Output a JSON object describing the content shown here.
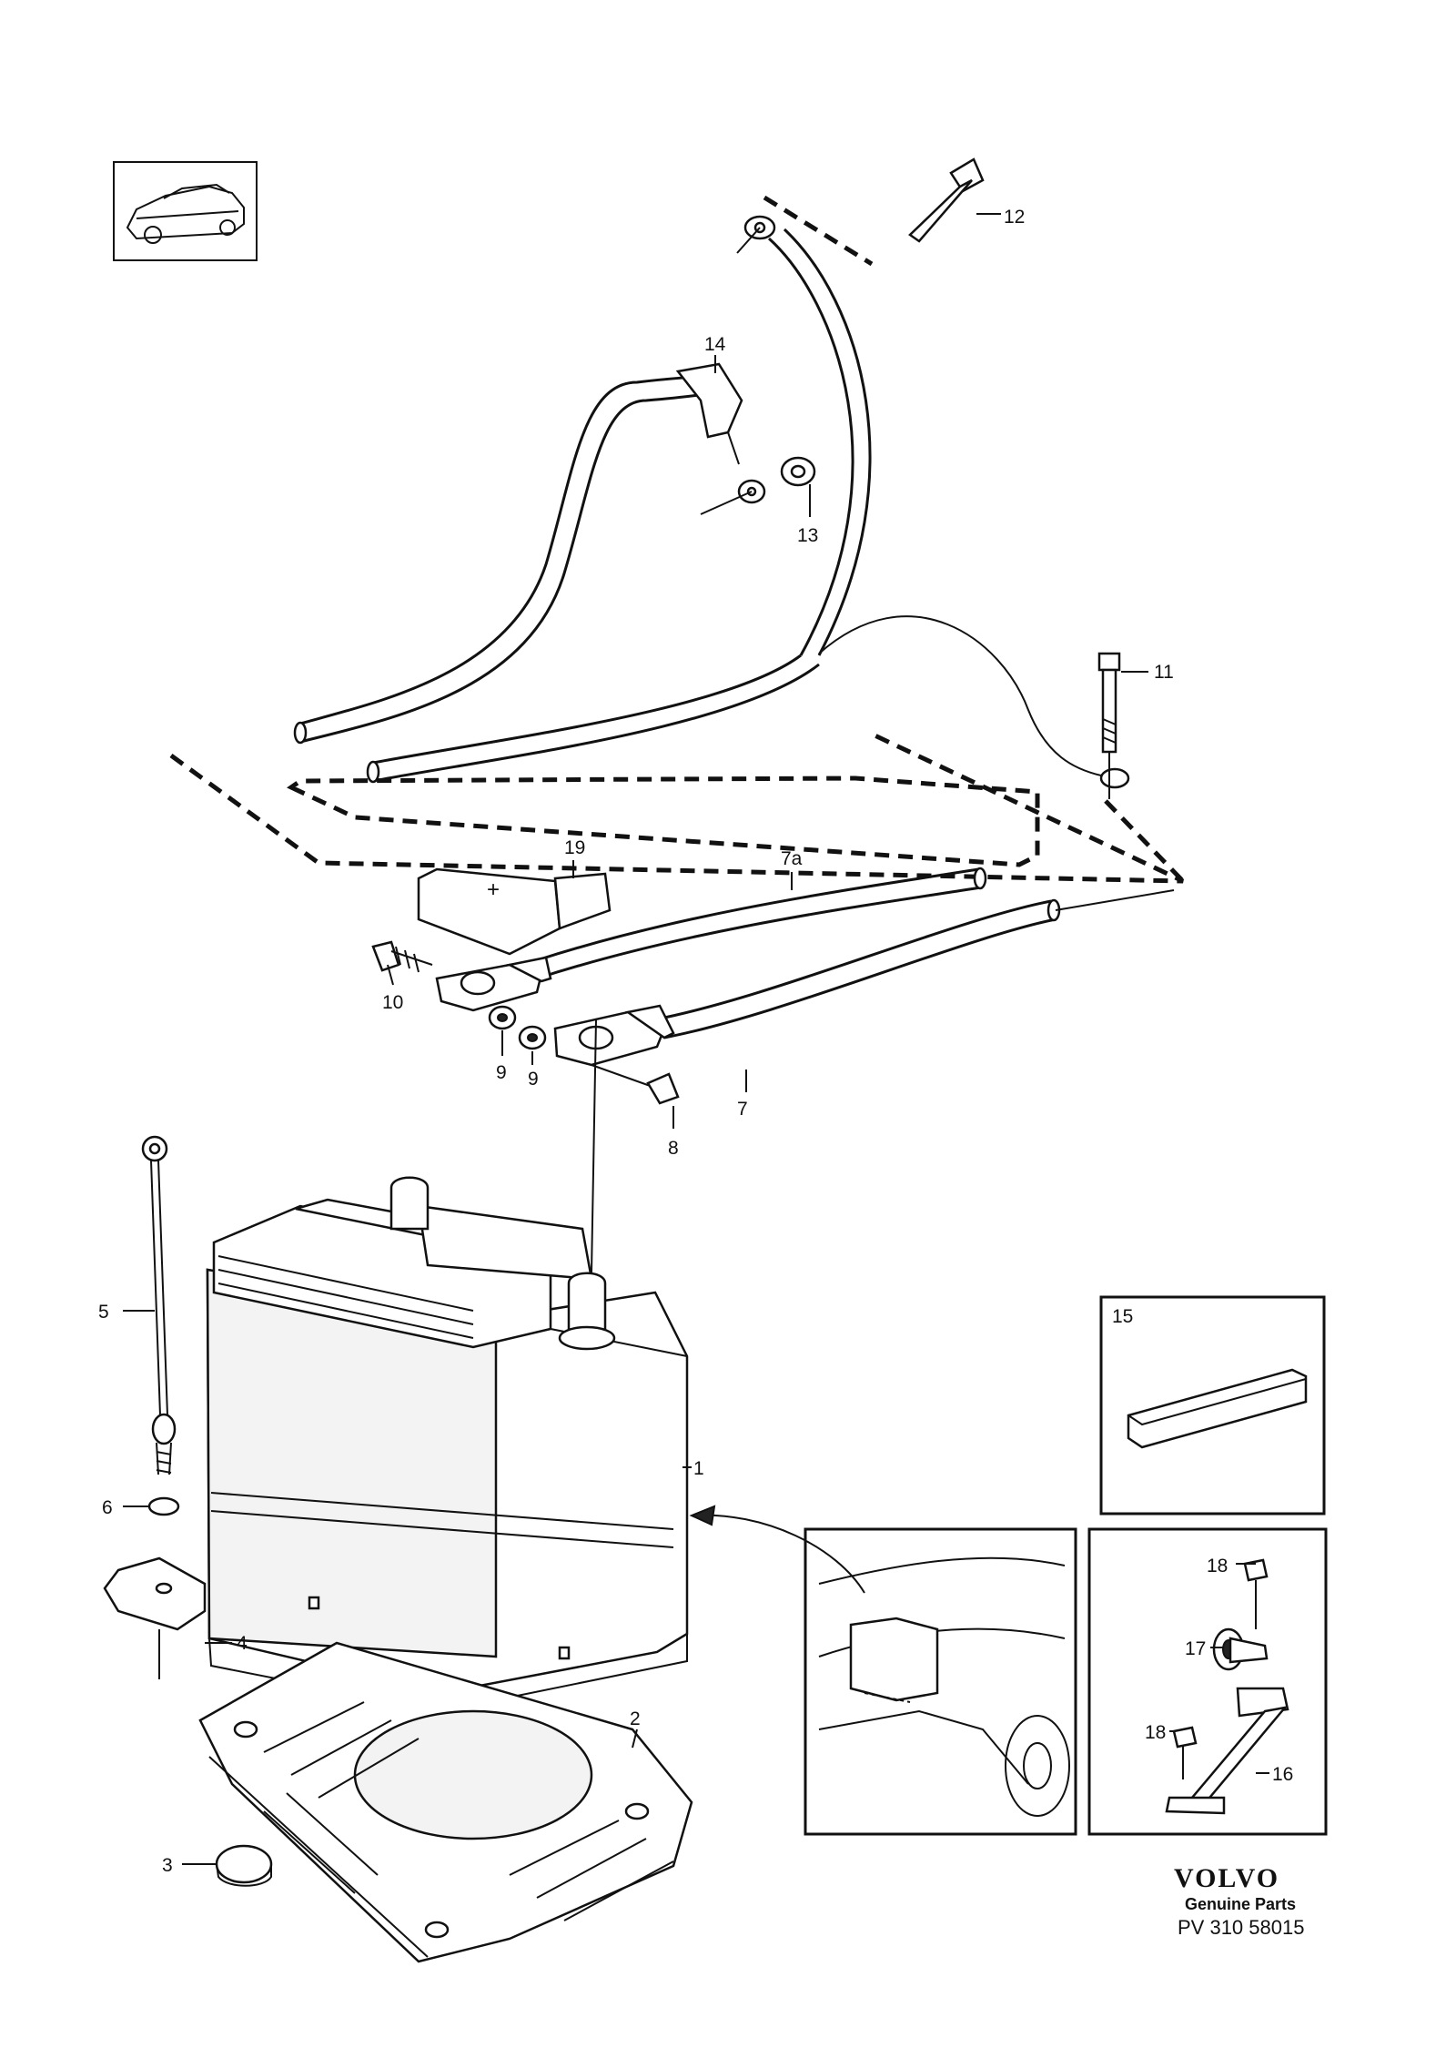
{
  "callouts": {
    "c1": "1",
    "c2": "2",
    "c3": "3",
    "c4": "4",
    "c5": "5",
    "c6": "6",
    "c7": "7",
    "c7a": "7a",
    "c8": "8",
    "c9a": "9",
    "c9b": "9",
    "c10": "10",
    "c11": "11",
    "c12": "12",
    "c13": "13",
    "c14": "14",
    "c15": "15",
    "c16": "16",
    "c17": "17",
    "c18a": "18",
    "c18b": "18",
    "c19": "19"
  },
  "brand": {
    "logo": "VOLVO",
    "subtitle": "Genuine Parts",
    "code": "PV 310 58015"
  },
  "colors": {
    "ink": "#111111",
    "paper": "#ffffff"
  },
  "icons": {
    "vehicle_thumbnail": "sedan-car-icon"
  }
}
